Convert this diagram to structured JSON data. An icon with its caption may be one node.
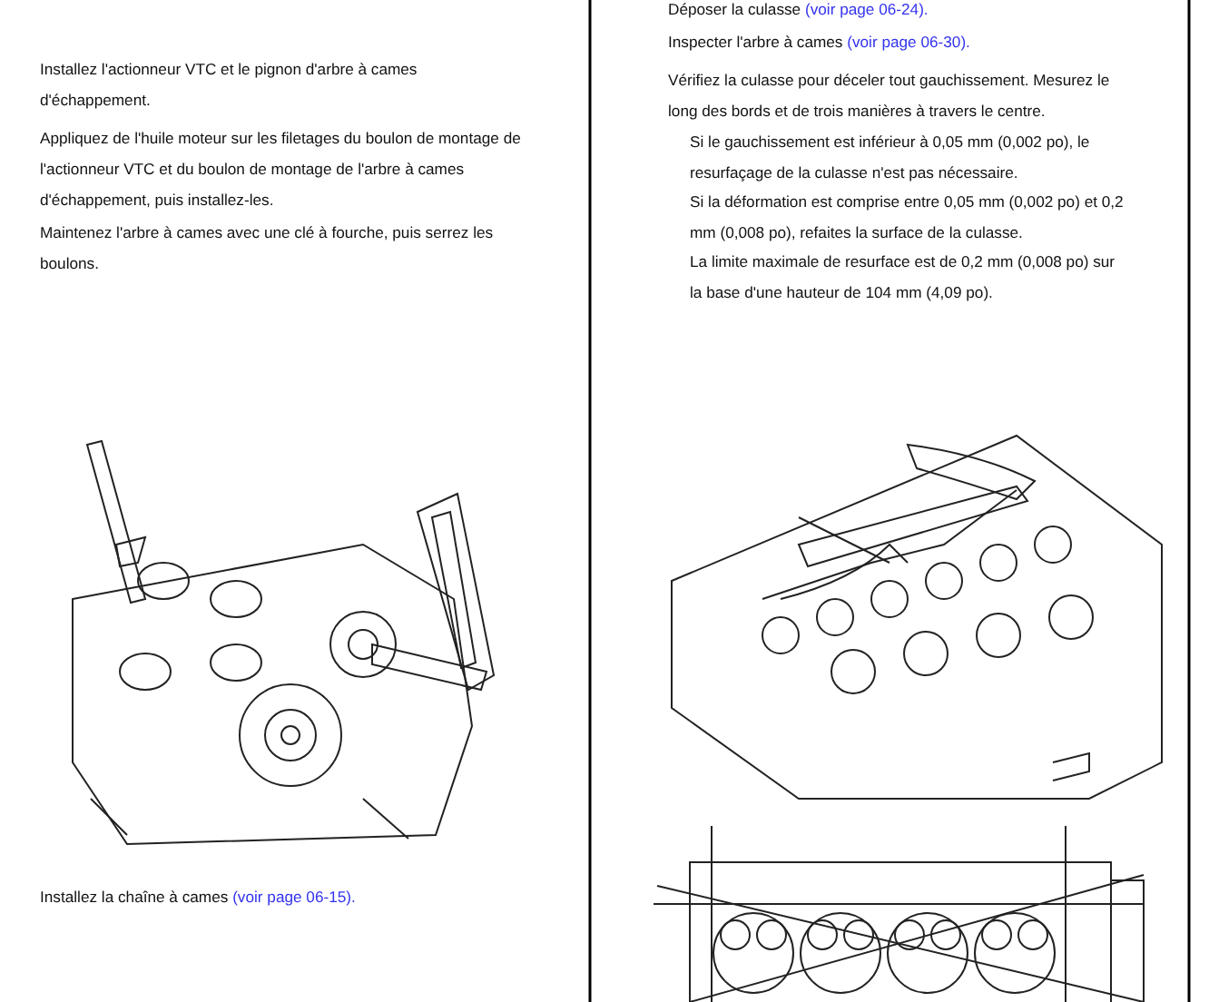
{
  "diagram": {
    "labels": [
      "Installez l'actionneur VTC et le pignon d'arbre à cames d'échappement.",
      "Appliquez de l'huile moteur sur les filetages du boulon de montage de l'actionneur VTC et du boulon de montage de l'arbre à cames d'échappement, puis installez-les.",
      "Maintenez l'arbre à cames avec une clé à fourche, puis serrez les boulons.",
      "Installez la chaîne à cames",
      "(voir page 06-15).",
      "Déposer la culasse",
      "(voir page 06-24).",
      "Inspecter l'arbre à cames",
      "(voir page 06-30).",
      "Vérifiez la culasse pour déceler tout gauchissement. Mesurez le long des bords et de trois manières à travers le centre.",
      "Si le gauchissement est inférieur à 0,05 mm (0,002 po), le resurfaçage de la culasse n'est pas nécessaire.",
      "Si la déformation est comprise entre 0,05 mm (0,002 po) et 0,2 mm (0,008 po), refaites la surface de la culasse.",
      "La limite maximale de resurface est de 0,2 mm (0,008 po) sur la base d'une hauteur de 104 mm (4,09 po)."
    ]
  }
}
